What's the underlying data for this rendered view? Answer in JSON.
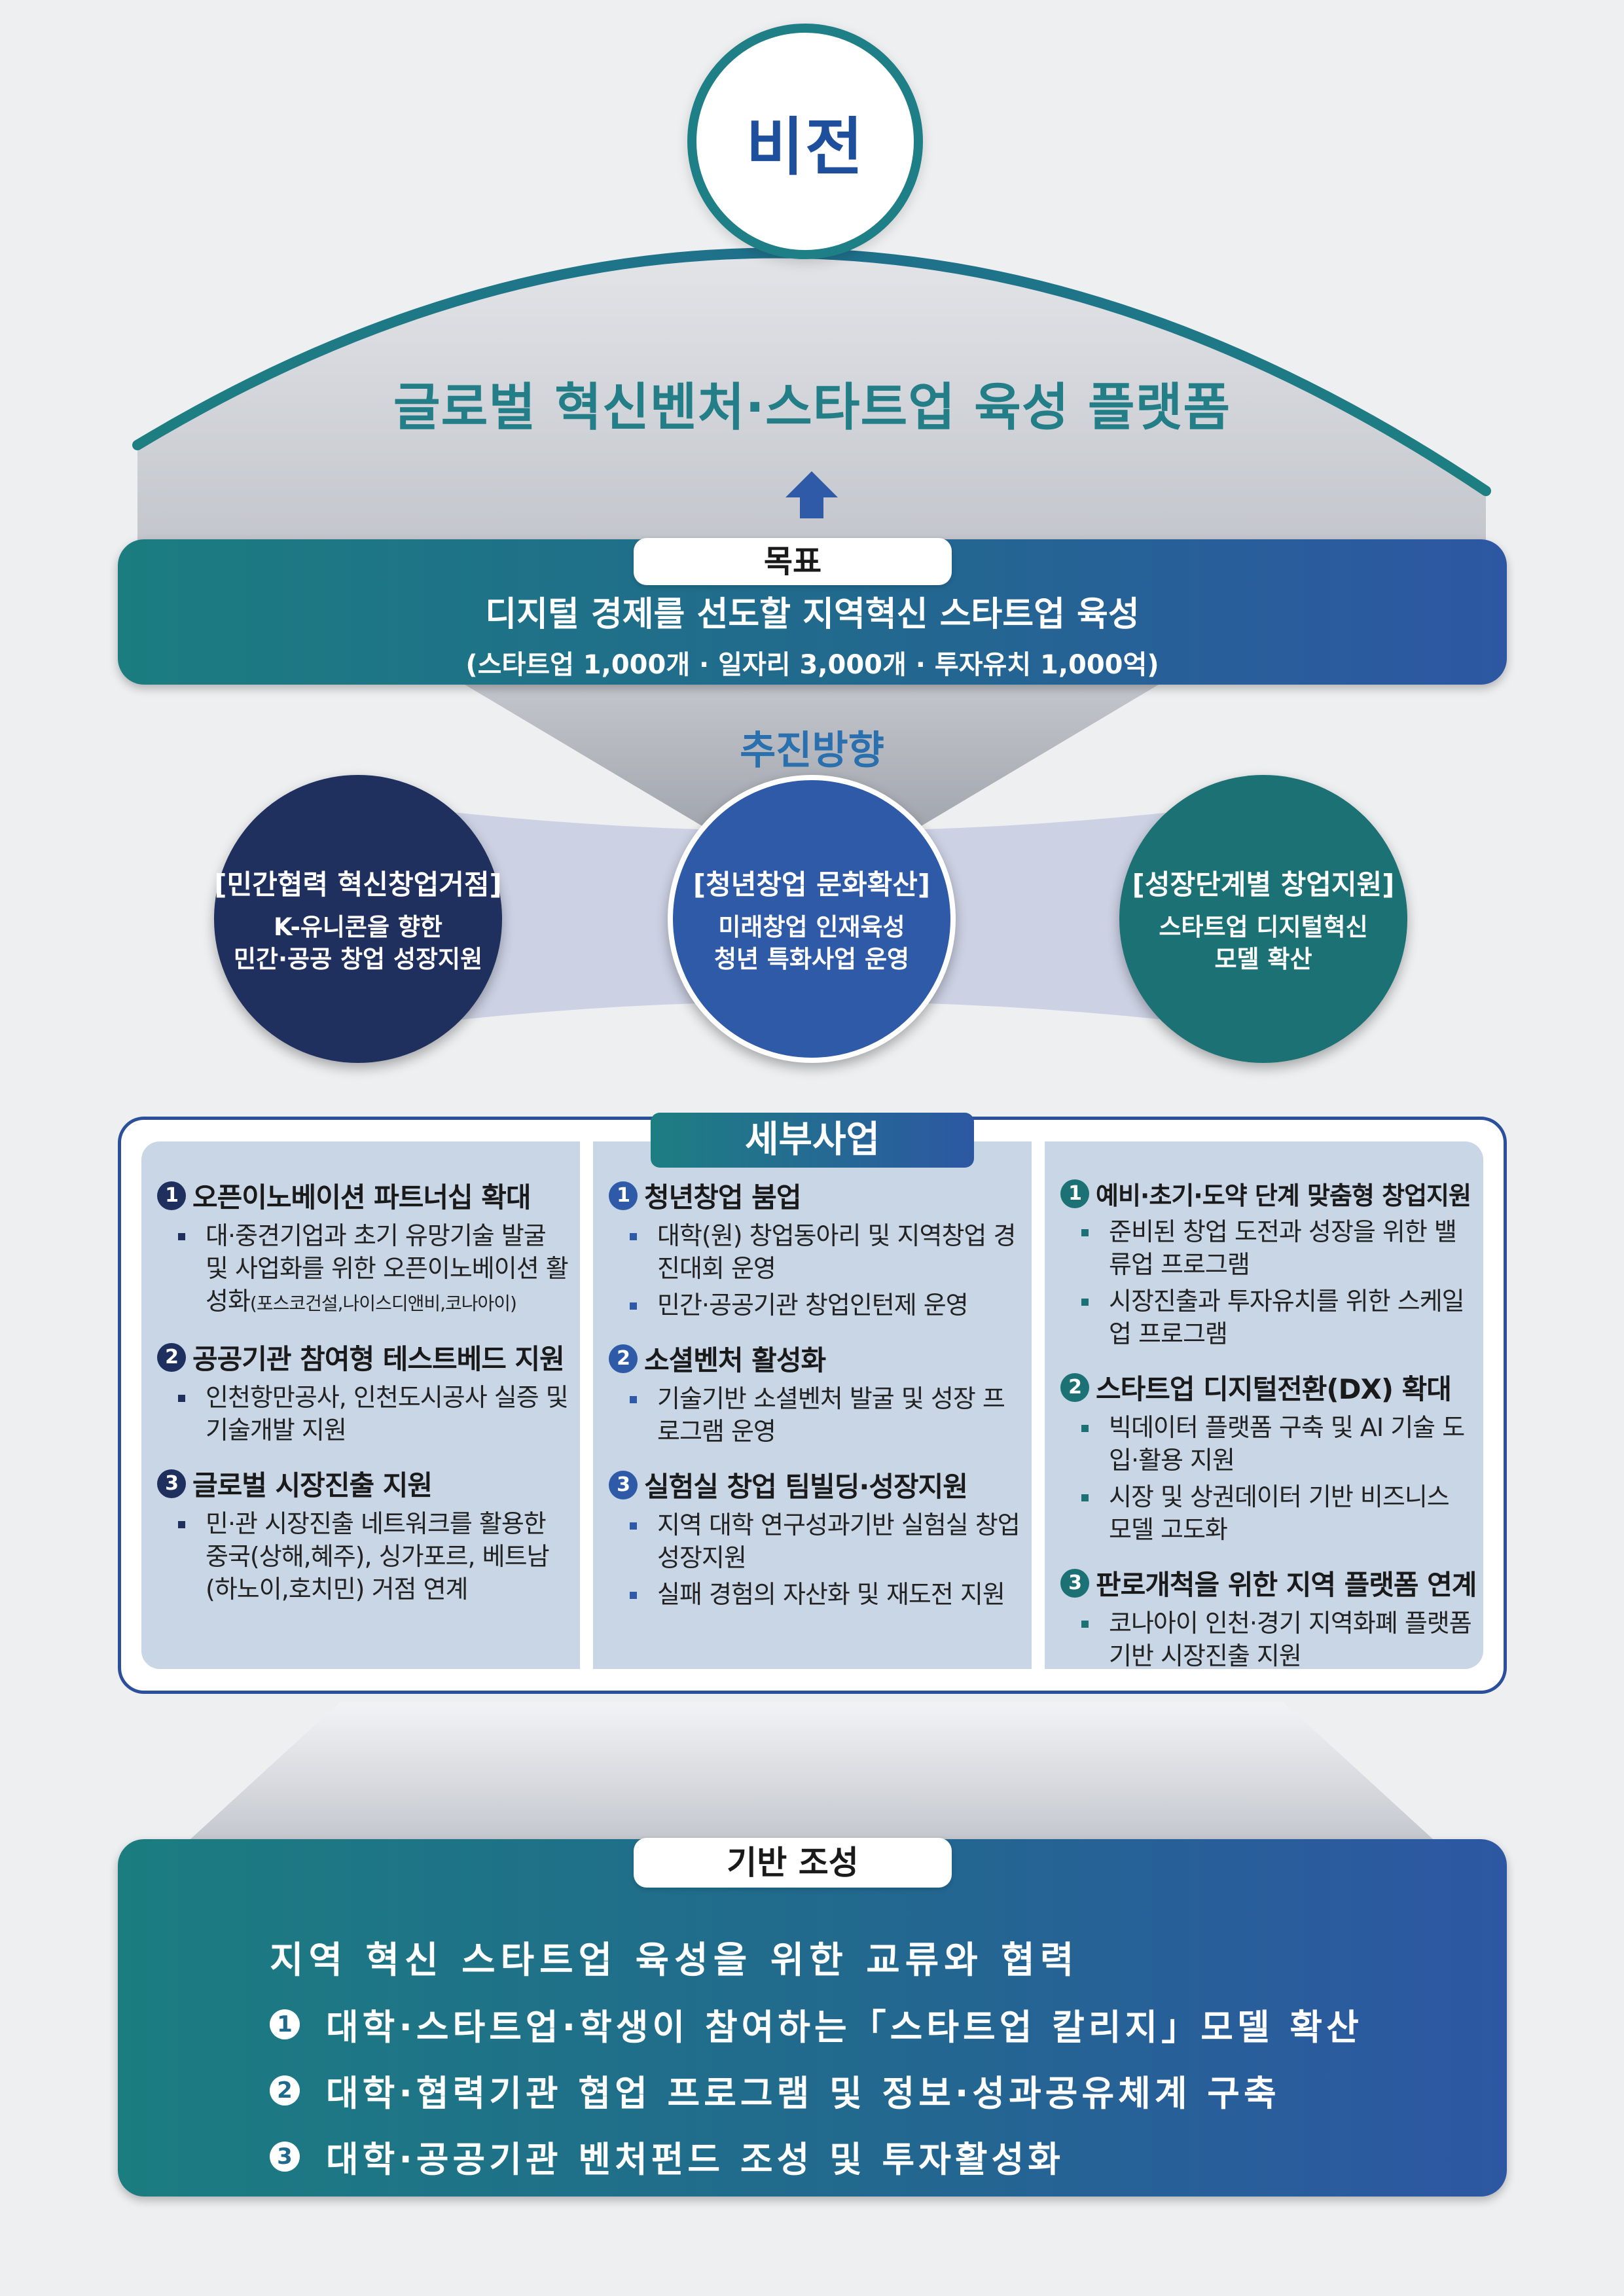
{
  "vision": {
    "label": "비전",
    "text": "글로벌 혁신벤처·스타트업 육성 플랫폼"
  },
  "goal": {
    "label": "목표",
    "main": "디지털 경제를 선도할 지역혁신 스타트업 육성",
    "sub": "(스타트업 1,000개 · 일자리 3,000개 · 투자유치 1,000억)"
  },
  "direction": {
    "title": "추진방향",
    "items": [
      {
        "title": "[민간협력 혁신창업거점]",
        "line1": "K-유니콘을 향한",
        "line2": "민간·공공 창업 성장지원"
      },
      {
        "title": "[청년창업 문화확산]",
        "line1": "미래창업 인재육성",
        "line2": "청년 특화사업 운영"
      },
      {
        "title": "[성장단계별 창업지원]",
        "line1": "스타트업 디지털혁신",
        "line2": "모델 확산"
      }
    ]
  },
  "details": {
    "label": "세부사업",
    "columns": [
      {
        "items": [
          {
            "num": "1",
            "title": "오픈이노베이션 파트너십 확대",
            "bullets": [
              "대·중견기업과 초기 유망기술 발굴 및 사업화를 위한 오픈이노베이션 활성화"
            ],
            "note": "(포스코건설,나이스디앤비,코나아이)"
          },
          {
            "num": "2",
            "title": "공공기관 참여형 테스트베드 지원",
            "bullets": [
              "인천항만공사, 인천도시공사 실증 및 기술개발 지원"
            ]
          },
          {
            "num": "3",
            "title": "글로벌 시장진출 지원",
            "bullets": [
              "민·관 시장진출 네트워크를 활용한 중국(상해,혜주), 싱가포르, 베트남 (하노이,호치민) 거점 연계"
            ]
          }
        ]
      },
      {
        "items": [
          {
            "num": "1",
            "title": "청년창업 붐업",
            "bullets": [
              "대학(원) 창업동아리 및 지역창업 경진대회 운영",
              "민간·공공기관 창업인턴제 운영"
            ]
          },
          {
            "num": "2",
            "title": "소셜벤처 활성화",
            "bullets": [
              "기술기반 소셜벤처 발굴 및 성장 프로그램 운영"
            ]
          },
          {
            "num": "3",
            "title": "실험실 창업 팀빌딩·성장지원",
            "bullets": [
              "지역 대학 연구성과기반 실험실 창업 성장지원",
              "실패 경험의 자산화 및 재도전 지원"
            ]
          }
        ]
      },
      {
        "items": [
          {
            "num": "1",
            "title": "예비·초기·도약 단계 맞춤형 창업지원",
            "bullets": [
              "준비된 창업 도전과 성장을 위한 밸류업 프로그램",
              "시장진출과 투자유치를 위한 스케일업 프로그램"
            ]
          },
          {
            "num": "2",
            "title": "스타트업 디지털전환(DX) 확대",
            "bullets": [
              "빅데이터 플랫폼 구축 및 AI 기술 도입·활용 지원",
              "시장 및 상권데이터 기반 비즈니스 모델 고도화"
            ]
          },
          {
            "num": "3",
            "title": "판로개척을 위한 지역 플랫폼 연계",
            "bullets": [
              "코나아이 인천·경기 지역화폐 플랫폼 기반 시장진출 지원"
            ]
          }
        ]
      }
    ]
  },
  "foundation": {
    "label": "기반 조성",
    "title": "지역 혁신 스타트업 육성을 위한 교류와 협력",
    "items": [
      {
        "num": "1",
        "text": "대학·스타트업·학생이 참여하는「스타트업 칼리지」모델 확산"
      },
      {
        "num": "2",
        "text": "대학·협력기관 협업 프로그램 및 정보·성과공유체계 구축"
      },
      {
        "num": "3",
        "text": "대학·공공기관 벤처펀드 조성 및 투자활성화"
      }
    ]
  },
  "colors": {
    "teal": "#1c7174",
    "navy": "#1f2f5e",
    "blue": "#2f5aa8",
    "detail_bg": "#c8d6e6"
  }
}
